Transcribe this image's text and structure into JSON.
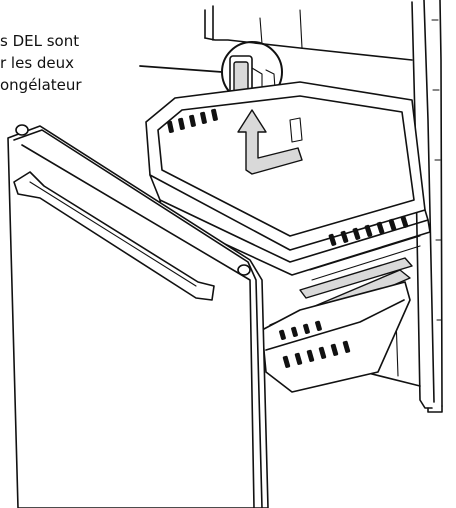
{
  "callout": {
    "line1": "s DEL sont",
    "line2": "r les deux",
    "line3": "ongélateur"
  }
}
